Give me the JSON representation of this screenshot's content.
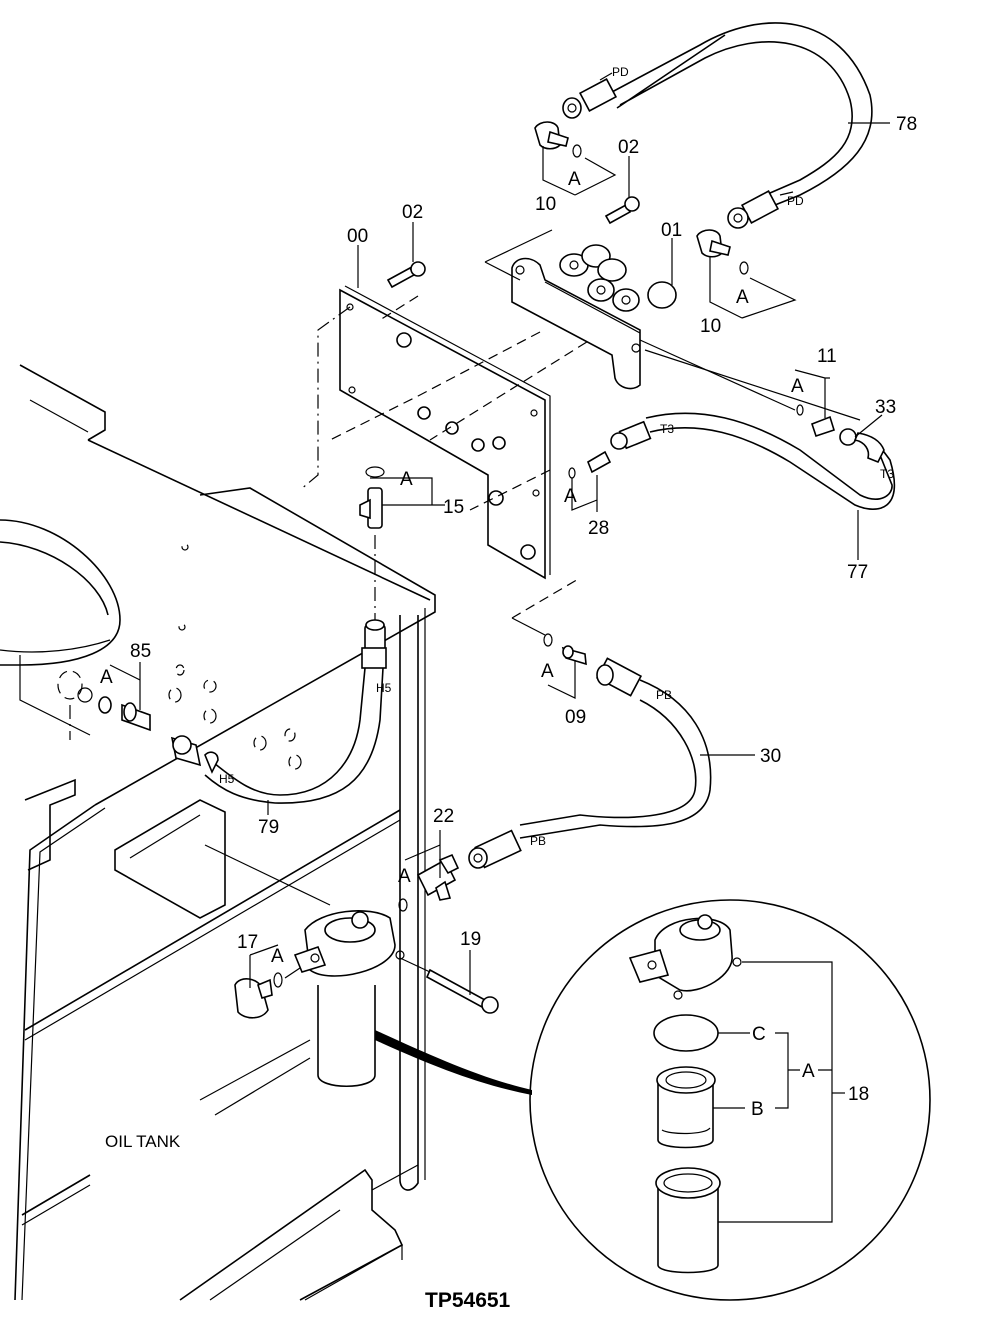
{
  "figure_id": "TP54651",
  "area_label": "OIL TANK",
  "callouts": {
    "p00": "00",
    "p01": "01",
    "p02a": "02",
    "p02b": "02",
    "p09": "09",
    "p10a": "10",
    "p10b": "10",
    "p11": "11",
    "p15": "15",
    "p17": "17",
    "p18": "18",
    "p19": "19",
    "p22": "22",
    "p28": "28",
    "p30": "30",
    "p33": "33",
    "p77": "77",
    "p78": "78",
    "p79": "79",
    "p85": "85"
  },
  "subgroup_letters": {
    "a": "A",
    "b": "B",
    "c": "C"
  },
  "hose_codes": {
    "pd": "PD",
    "t3": "T3",
    "h5": "H5",
    "pb": "PB"
  }
}
